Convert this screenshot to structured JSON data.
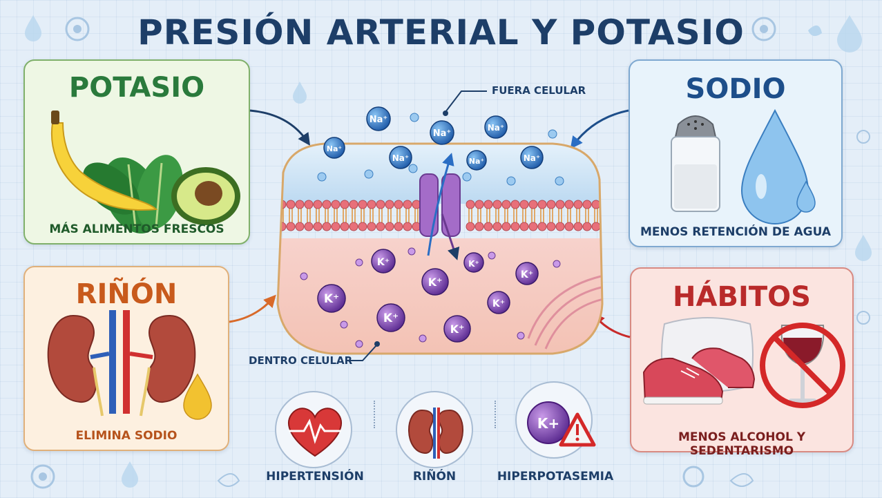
{
  "title": "PRESIÓN ARTERIAL Y POTASIO",
  "panels": {
    "potasio": {
      "title": "POTASIO",
      "caption": "MÁS ALIMENTOS FRESCOS"
    },
    "sodio": {
      "title": "SODIO",
      "caption": "MENOS RETENCIÓN DE AGUA"
    },
    "rinon": {
      "title": "RIÑÓN",
      "caption": "ELIMINA SODIO"
    },
    "habitos": {
      "title": "HÁBITOS",
      "caption": "MENOS ALCOHOL Y SEDENTARISMO"
    }
  },
  "cell": {
    "outside_label": "FUERA CELULAR",
    "inside_label": "DENTRO CELULAR",
    "sodium_ion": "Na+",
    "potassium_ion": "K+"
  },
  "bottom_icons": [
    {
      "label": "HIPERTENSIÓN",
      "icon": "heart-pulse-icon"
    },
    {
      "label": "RIÑÓN",
      "icon": "kidney-icon"
    },
    {
      "label": "HIPERPOTASEMIA",
      "icon": "potassium-warning-icon"
    }
  ],
  "colors": {
    "title": "#1d3e68",
    "potasio": "#2a7a3c",
    "sodio": "#1d4e8a",
    "rinon": "#c85a1c",
    "habitos": "#b92a2a",
    "sodium": "#2a6ec4",
    "potassium": "#7a3fa8"
  }
}
